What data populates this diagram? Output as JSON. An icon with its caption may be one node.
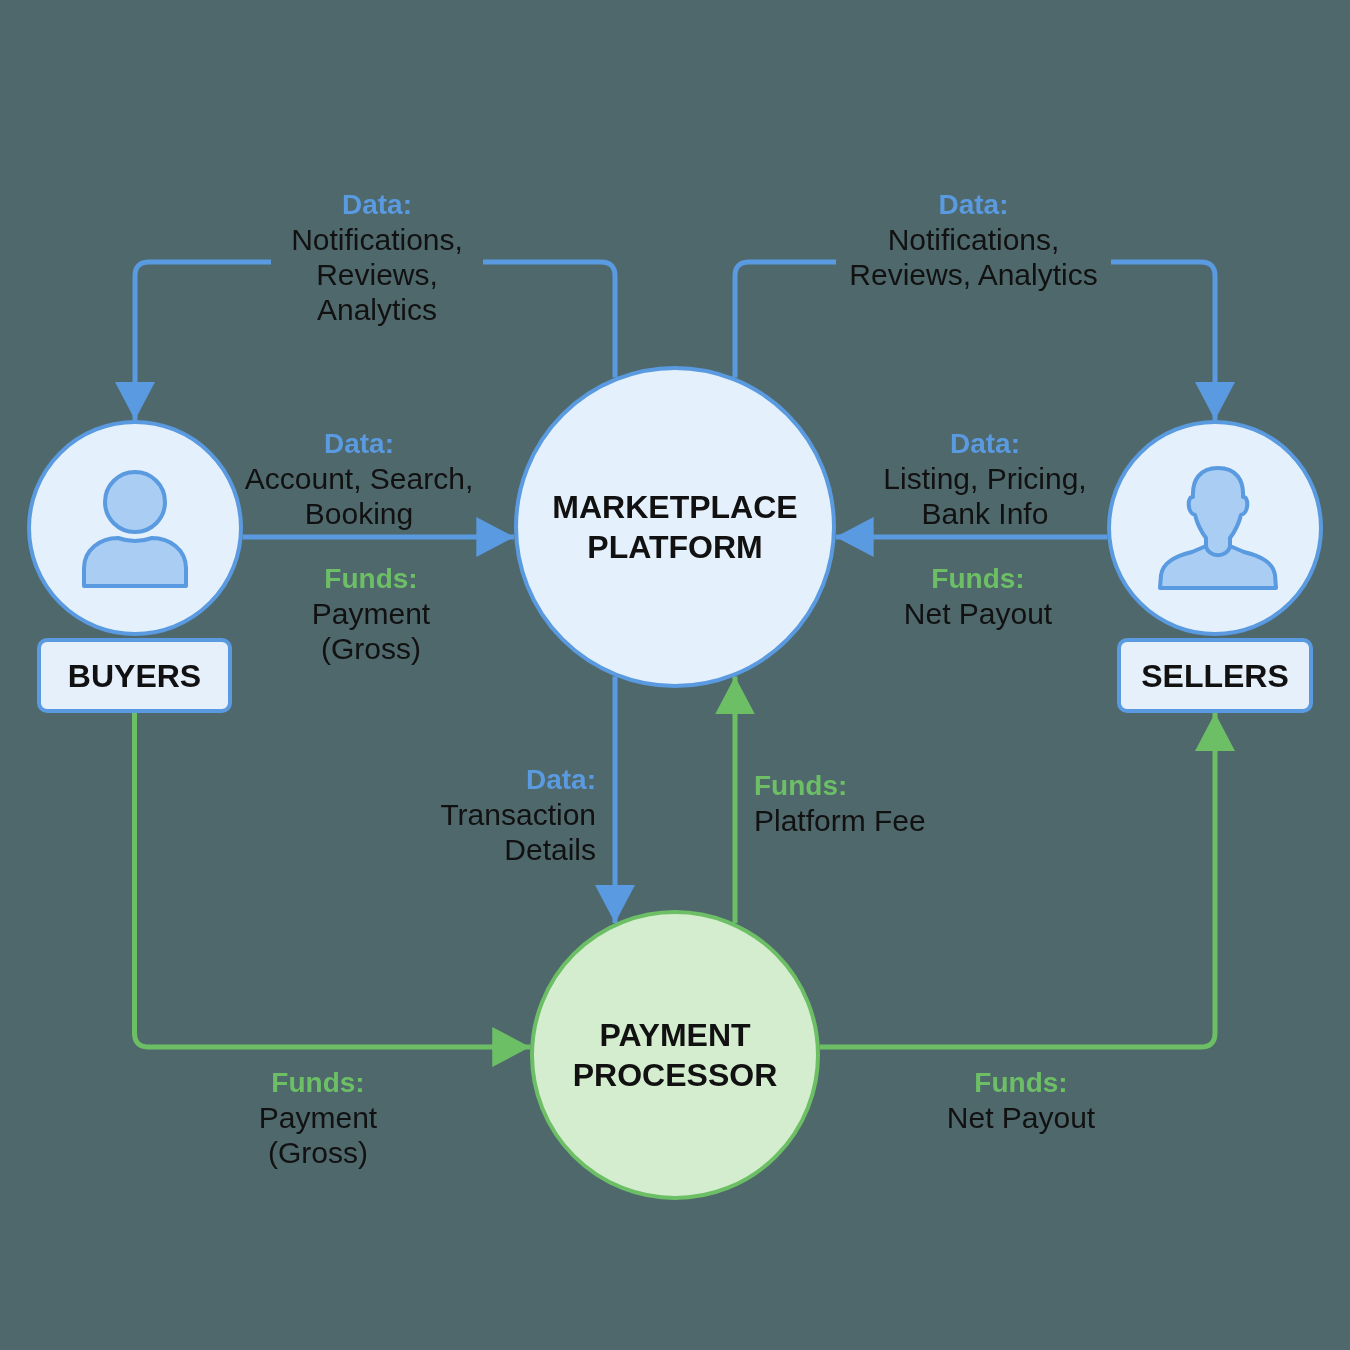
{
  "diagram": {
    "nodes": [
      {
        "text": [],
        "shape": "circle"
      },
      {
        "text": [
          "BUYERS"
        ]
      },
      {
        "text": [
          "MARKETPLACE PLATFORM"
        ]
      },
      {
        "text": [],
        "shape": "circle"
      },
      {
        "text": [
          "SELLERS"
        ]
      },
      {
        "text": [
          "PAYMENT PROCESSOR"
        ]
      }
    ],
    "edges": [
      {
        "from": 2,
        "to": 0,
        "arrow": "to",
        "label": "**Data:** Notifications, Reviews, Analytics"
      },
      {
        "from": 2,
        "to": 3,
        "arrow": "to",
        "label": "**Data:** Notifications, Reviews, Analytics"
      },
      {
        "from": 0,
        "to": 2,
        "arrow": "to",
        "label": "**Data:** Account, Search, Booking"
      },
      {
        "from": 3,
        "to": 2,
        "arrow": "to",
        "label": "**Data:** Listing, Pricing, Bank Info"
      },
      {
        "from": 2,
        "to": 5,
        "arrow": "to",
        "label": "**Data:** Transaction Details"
      },
      {
        "from": 5,
        "to": 2,
        "arrow": "to",
        "label": "**Funds:** Platform Fee",
        "color": "#6cbf65"
      },
      {
        "from": 1,
        "to": 5,
        "arrow": "to",
        "label": "**Funds:** Payment (Gross)",
        "color": "#6cbf65"
      },
      {
        "from": 5,
        "to": 4,
        "arrow": "to",
        "label": "**Funds:** Net Payout",
        "color": "#6cbf65"
      }
    ],
    "labels": [
      "**Funds:** Payment (Gross)",
      "**Funds:** Net Payout"
    ]
  }
}
